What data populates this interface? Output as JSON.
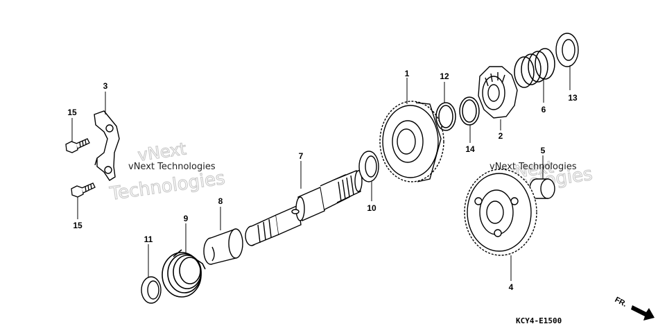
{
  "diagram": {
    "callouts": [
      "1",
      "2",
      "3",
      "4",
      "5",
      "6",
      "7",
      "8",
      "9",
      "10",
      "11",
      "12",
      "13",
      "14",
      "15",
      "15"
    ],
    "watermark_small": "vNext Technologies",
    "watermark_big_1": "vNext",
    "watermark_big_2": "Technologies",
    "watermark_small_2": "vNext Technologies",
    "watermark_big_3": "vNext",
    "watermark_big_4": "Technologies",
    "direction_label": "FR.",
    "drawing_code": "KCY4-E1500"
  }
}
